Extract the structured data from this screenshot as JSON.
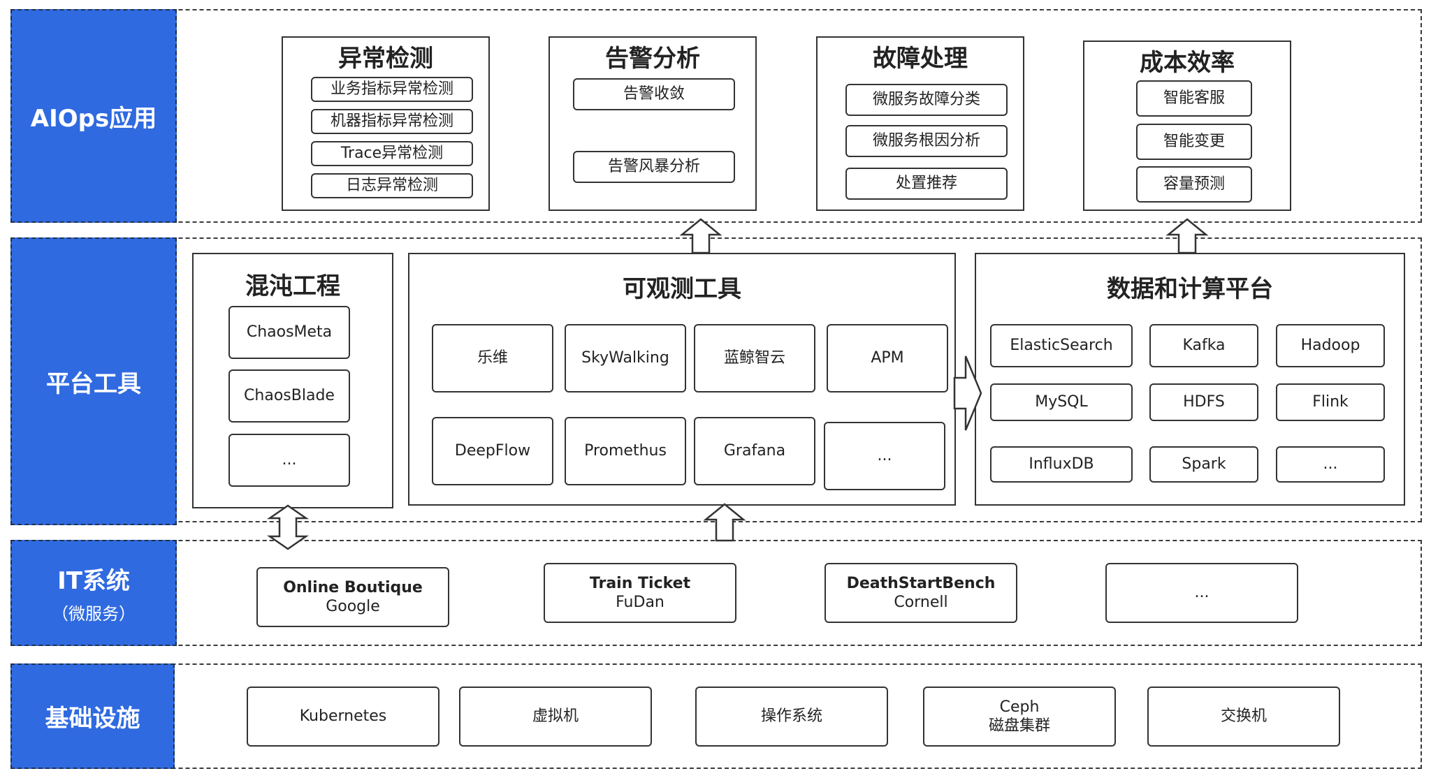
{
  "layers": {
    "aiops": "AIOps应用",
    "platform": "平台工具",
    "it_title": "IT系统",
    "it_sub": "（微服务）",
    "infra": "基础设施"
  },
  "aiops": {
    "anomaly": {
      "title": "异常检测",
      "items": [
        "业务指标异常检测",
        "机器指标异常检测",
        "Trace异常检测",
        "日志异常检测"
      ]
    },
    "alert": {
      "title": "告警分析",
      "items": [
        "告警收敛",
        "告警风暴分析"
      ]
    },
    "fault": {
      "title": "故障处理",
      "items": [
        "微服务故障分类",
        "微服务根因分析",
        "处置推荐"
      ]
    },
    "cost": {
      "title": "成本效率",
      "items": [
        "智能客服",
        "智能变更",
        "容量预测"
      ]
    }
  },
  "platform": {
    "chaos": {
      "title": "混沌工程",
      "items": [
        "ChaosMeta",
        "ChaosBlade",
        "..."
      ]
    },
    "observability": {
      "title": "可观测工具",
      "items": [
        "乐维",
        "SkyWalking",
        "蓝鲸智云",
        "APM",
        "DeepFlow",
        "Promethus",
        "Grafana",
        "..."
      ]
    },
    "data": {
      "title": "数据和计算平台",
      "items": [
        "ElasticSearch",
        "Kafka",
        "Hadoop",
        "MySQL",
        "HDFS",
        "Flink",
        "InfluxDB",
        "Spark",
        "..."
      ]
    }
  },
  "it_systems": [
    {
      "name": "Online Boutique",
      "org": "Google"
    },
    {
      "name": "Train Ticket",
      "org": "FuDan"
    },
    {
      "name": "DeathStartBench",
      "org": "Cornell"
    },
    {
      "name": "...",
      "org": ""
    }
  ],
  "infrastructure": {
    "items": [
      "Kubernetes",
      "虚拟机",
      "操作系统",
      "Ceph",
      "交换机"
    ],
    "ceph_sub": "磁盘集群"
  }
}
